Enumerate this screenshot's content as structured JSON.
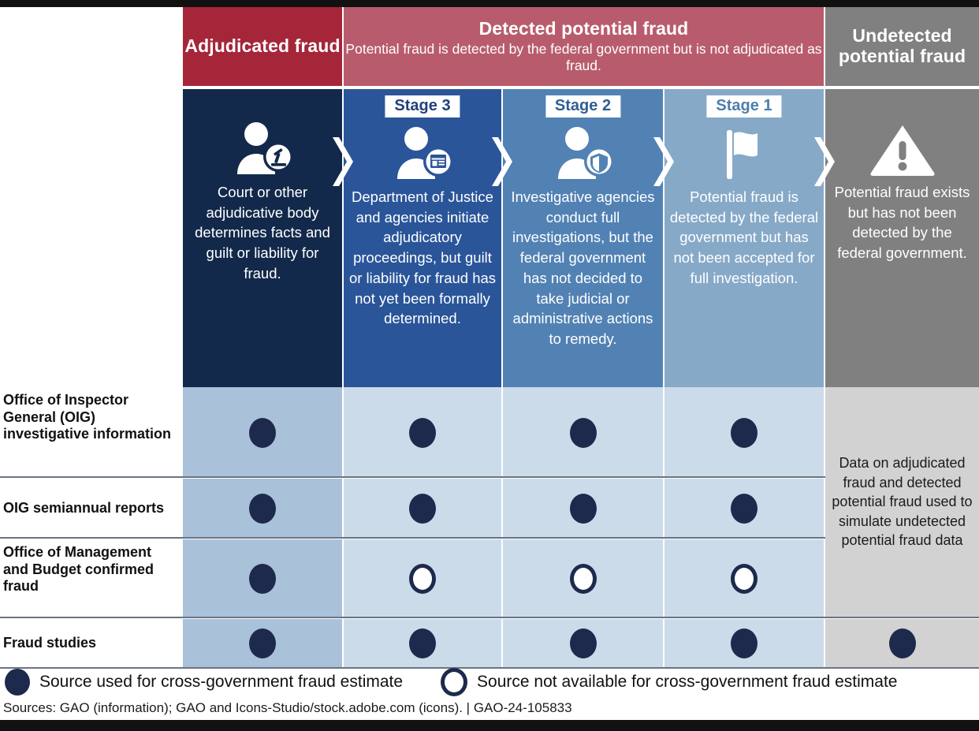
{
  "figure": {
    "columns": [
      {
        "id": "adjudicated",
        "band_title": "Adjudicated fraud",
        "band_subtitle": "",
        "stage_label": "",
        "icon": "person-gavel-icon",
        "description": "Court or other adjudicative body determines facts and guilt or liability for fraud.",
        "header_color": "#a52639",
        "body_color": "#13294b",
        "row_bg": "#aac1da"
      },
      {
        "id": "stage3",
        "band_title": "Detected potential fraud",
        "band_subtitle": "Potential fraud is detected by the federal government but is not adjudicated as fraud.",
        "stage_label": "Stage 3",
        "icon": "person-document-icon",
        "description": "Department of Justice and agencies initiate adjudicatory proceedings, but guilt or liability for fraud has not yet been formally determined.",
        "header_color": "#b85c6d",
        "body_color": "#2a5599",
        "row_bg": "#ccdbe9"
      },
      {
        "id": "stage2",
        "band_title": "",
        "band_subtitle": "",
        "stage_label": "Stage 2",
        "icon": "person-shield-icon",
        "description": "Investigative agencies conduct full investigations, but the federal government has not decided to take judicial or administrative actions to remedy.",
        "header_color": "#b85c6d",
        "body_color": "#5282b4",
        "row_bg": "#ccdbe9"
      },
      {
        "id": "stage1",
        "band_title": "",
        "band_subtitle": "",
        "stage_label": "Stage 1",
        "icon": "flag-icon",
        "description": "Potential fraud is detected by the federal government but has not been accepted for full investigation.",
        "header_color": "#b85c6d",
        "body_color": "#87a9c8",
        "row_bg": "#ccdbe9"
      },
      {
        "id": "undetected",
        "band_title": "Undetected potential fraud",
        "band_subtitle": "",
        "stage_label": "",
        "icon": "warning-triangle-icon",
        "description": "Potential fraud exists but has not been detected by the federal government.",
        "header_color": "#808080",
        "body_color": "#808080",
        "row_bg": "#d2d2d2"
      }
    ],
    "rows": [
      {
        "label": "Office of Inspector General (OIG) investigative information",
        "marks": [
          "filled",
          "filled",
          "filled",
          "filled",
          ""
        ]
      },
      {
        "label": "OIG semiannual reports",
        "marks": [
          "filled",
          "filled",
          "filled",
          "filled",
          ""
        ]
      },
      {
        "label": "Office of Management and Budget confirmed fraud",
        "marks": [
          "filled",
          "hollow",
          "hollow",
          "hollow",
          ""
        ]
      },
      {
        "label": "Fraud studies",
        "marks": [
          "filled",
          "filled",
          "filled",
          "filled",
          "filled"
        ]
      }
    ],
    "undetected_note": "Data on adjudicated fraud and detected potential fraud used to simulate undetected potential fraud data",
    "legend": [
      {
        "mark": "filled",
        "label": "Source used for cross-government fraud estimate"
      },
      {
        "mark": "hollow",
        "label": "Source not available for cross-government fraud estimate"
      }
    ],
    "sources": "Sources: GAO (information); GAO and Icons-Studio/stock.adobe.com (icons).  |  GAO-24-105833",
    "colors": {
      "dark_red": "#a52639",
      "light_red": "#b85c6d",
      "navy": "#13294b",
      "blue_3": "#2a5599",
      "blue_2": "#5282b4",
      "blue_1": "#87a9c8",
      "gray": "#808080",
      "dot_navy": "#1d2a4d",
      "row_blue_dark": "#aac1da",
      "row_blue_light": "#ccdbe9",
      "row_gray": "#d2d2d2"
    }
  }
}
